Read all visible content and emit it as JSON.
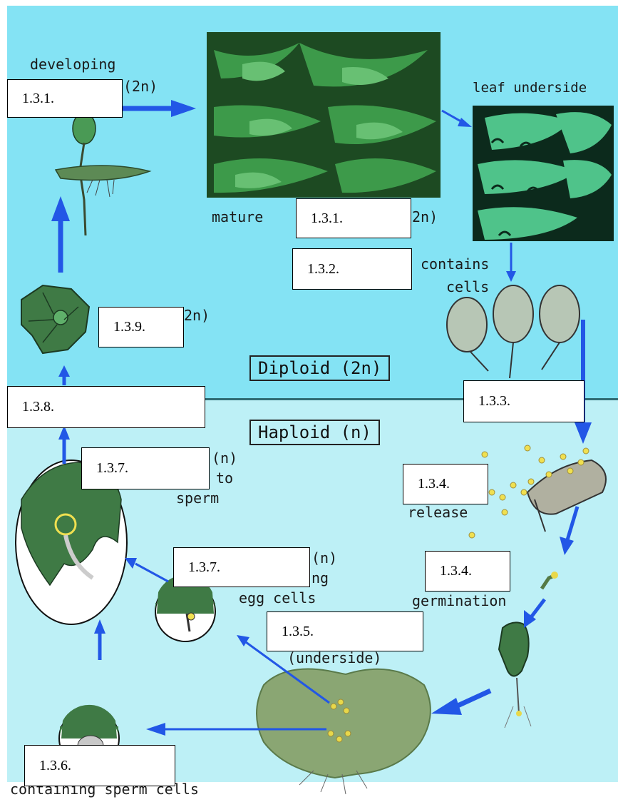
{
  "colors": {
    "diploid_bg": "#84e3f4",
    "haploid_bg": "#bdf0f6",
    "arrow": "#2257e6",
    "plant_green": "#3f7a45",
    "spore_yellow": "#e8d84a"
  },
  "ploidy": {
    "diploid": "Diploid (2n)",
    "haploid": "Haploid (n)"
  },
  "labels": {
    "developing": "developing",
    "developing_2n": "(2n)",
    "leaf_underside": "leaf underside",
    "mature": "mature",
    "mature_2n": "2n)",
    "contains": "contains",
    "cells": "cells",
    "label_2n": "2n)",
    "release": "release",
    "germination": "germination",
    "sperm_n": "(n)",
    "sperm_to": "to",
    "sperm": "sperm",
    "egg_n": "(n)",
    "egg_ng": "ng",
    "egg_cells": "egg cells",
    "underside": "(underside)",
    "containing_sperm": "containing sperm cells"
  },
  "boxes": {
    "b1": "1.3.1.",
    "b2": "1.3.1.",
    "b3": "1.3.2.",
    "b4": "1.3.9.",
    "b5": "1.3.8.",
    "b6": "1.3.3.",
    "b7": "1.3.7.",
    "b8": "1.3.4.",
    "b9": "1.3.7.",
    "b10": "1.3.4.",
    "b11": "1.3.5.",
    "b12": "1.3.6."
  }
}
